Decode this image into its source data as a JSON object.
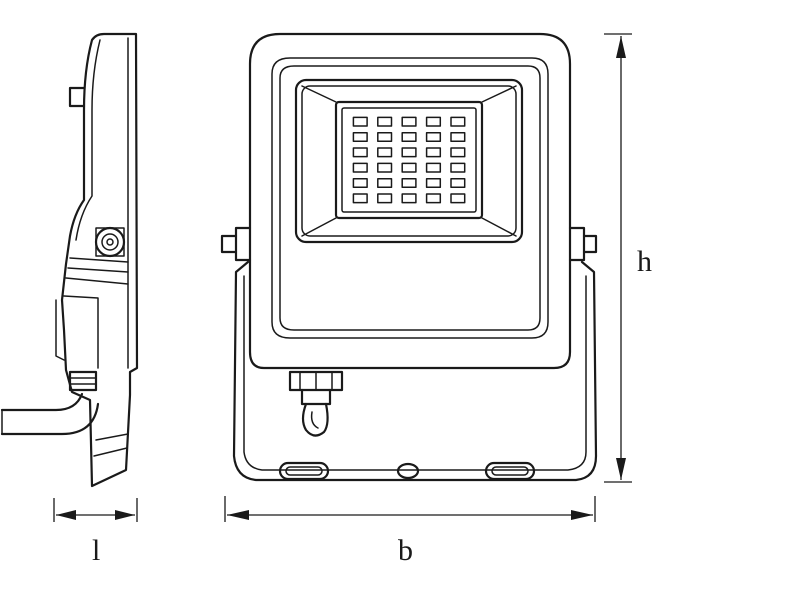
{
  "dimensions": {
    "height_label": "h",
    "length_label": "l",
    "width_label": "b"
  },
  "led_grid": {
    "rows": 6,
    "columns": 5
  },
  "colors": {
    "line": "#1a1a1a",
    "background": "#ffffff"
  }
}
